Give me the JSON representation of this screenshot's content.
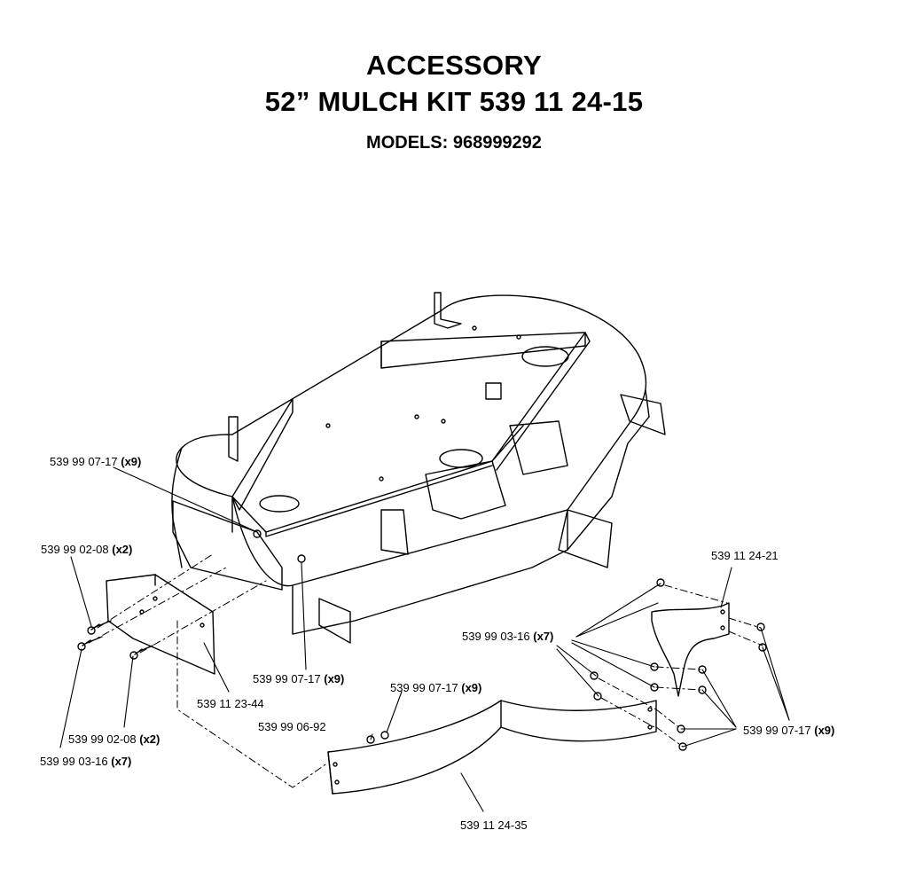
{
  "title": {
    "line1": "ACCESSORY",
    "line2": "52” MULCH KIT 539 11 24-15",
    "models": "MODELS: 968999292"
  },
  "callouts": [
    {
      "id": "c1",
      "part": "539  99 07-17",
      "qty": "(x9)"
    },
    {
      "id": "c2",
      "part": "539  99 02-08",
      "qty": "(x2)"
    },
    {
      "id": "c3",
      "part": "539  99 07-17",
      "qty": "(x9)"
    },
    {
      "id": "c4",
      "part": "539 11 23-44",
      "qty": ""
    },
    {
      "id": "c5",
      "part": "539  99 02-08",
      "qty": "(x2)"
    },
    {
      "id": "c6",
      "part": "539 99  03-16",
      "qty": "(x7)"
    },
    {
      "id": "c7",
      "part": "539 11 24-21",
      "qty": ""
    },
    {
      "id": "c8",
      "part": "539 99  03-16",
      "qty": "(x7)"
    },
    {
      "id": "c9",
      "part": "539  99 07-17",
      "qty": "(x9)"
    },
    {
      "id": "c10",
      "part": "539 99 06-92",
      "qty": ""
    },
    {
      "id": "c11",
      "part": "539  99 07-17",
      "qty": "(x9)"
    },
    {
      "id": "c12",
      "part": "539 11 24-35",
      "qty": ""
    }
  ]
}
